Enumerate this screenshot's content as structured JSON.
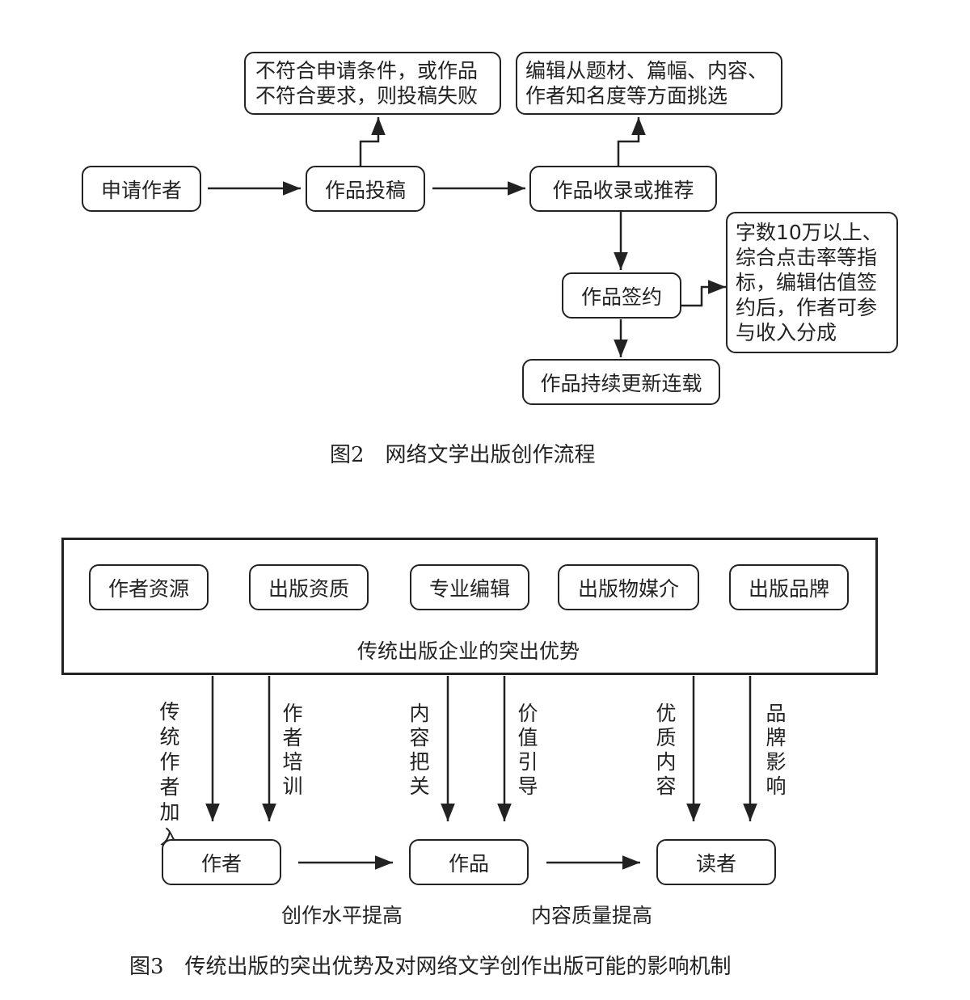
{
  "figure2": {
    "caption": "图2　网络文学出版创作流程",
    "nodes": {
      "apply_author": "申请作者",
      "submit_work": "作品投稿",
      "collect_recommend": "作品收录或推荐",
      "sign_contract": "作品签约",
      "serialize": "作品持续更新连载"
    },
    "notes": {
      "fail": "不符合申请条件，或作品不符合要求，则投稿失败",
      "select": "编辑从题材、篇幅、内容、作者知名度等方面挑选",
      "sign": "字数10万以上、综合点击率等指标，编辑估值签约后，作者可参与收入分成"
    }
  },
  "figure3": {
    "caption": "图3　传统出版的突出优势及对网络文学创作出版可能的影响机制",
    "advantages": [
      "作者资源",
      "出版资质",
      "专业编辑",
      "出版物媒介",
      "出版品牌"
    ],
    "advantages_title": "传统出版企业的突出优势",
    "influences": {
      "traditional_authors": "传统作者加入",
      "author_training": "作者培训",
      "content_gatekeeping": "内容把关",
      "value_guidance": "价值引导",
      "quality_content": "优质内容",
      "brand_influence": "品牌影响"
    },
    "nodes": {
      "author": "作者",
      "work": "作品",
      "reader": "读者"
    },
    "edge_labels": {
      "author_to_work": "创作水平提高",
      "work_to_reader": "内容质量提高"
    }
  }
}
